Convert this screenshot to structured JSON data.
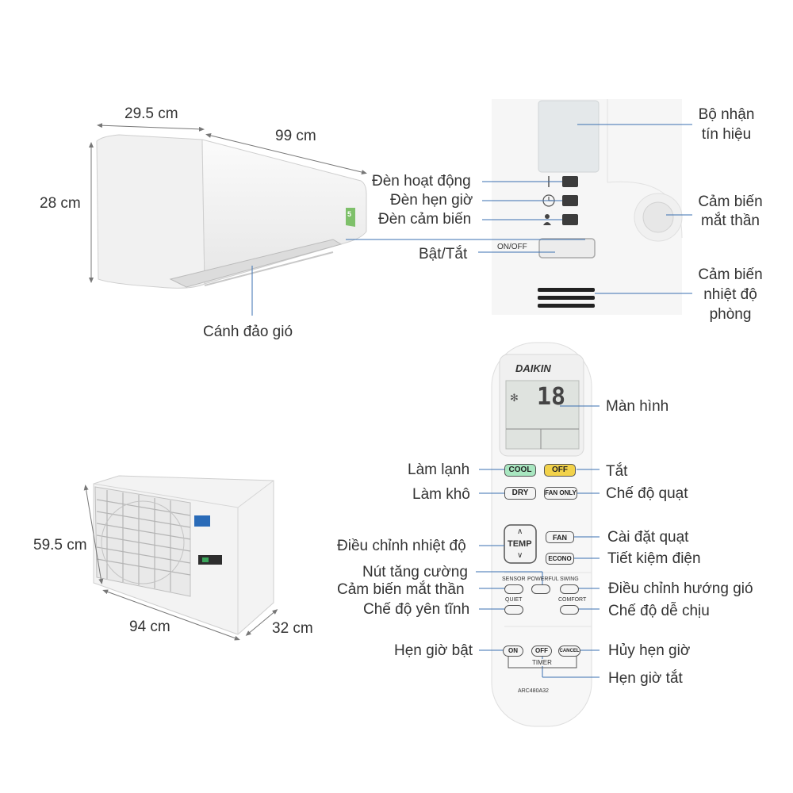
{
  "indoor": {
    "width": "29.5 cm",
    "length": "99 cm",
    "height": "28 cm",
    "louver": "Cánh đảo gió",
    "badge": "5"
  },
  "panel": {
    "receiver": [
      "Bộ nhận",
      "tín hiệu"
    ],
    "op_lamp": "Đèn hoạt động",
    "timer_lamp": "Đèn hẹn giờ",
    "sensor_lamp": "Đèn cảm biến",
    "onoff": "Bật/Tắt",
    "onoff_button": "ON/OFF",
    "eye_sensor": [
      "Cảm biến",
      "mắt thần"
    ],
    "room_sensor": [
      "Cảm biến",
      "nhiệt độ",
      "phòng"
    ]
  },
  "outdoor": {
    "height": "59.5 cm",
    "width": "94 cm",
    "depth": "32 cm"
  },
  "remote": {
    "brand": "DAIKIN",
    "display_temp": "18",
    "model": "ARC480A32",
    "buttons": {
      "cool": "COOL",
      "off": "OFF",
      "dry": "DRY",
      "fan_only": "FAN ONLY",
      "temp": "TEMP",
      "fan": "FAN",
      "econo": "ECONO",
      "sensor": "SENSOR",
      "powerful": "POWERFUL",
      "swing": "SWING",
      "quiet": "QUIET",
      "comfort": "COMFORT",
      "on": "ON",
      "timer_off": "OFF",
      "cancel": "CANCEL",
      "timer": "TIMER"
    },
    "labels": {
      "screen": "Màn hình",
      "cool": "Làm lạnh",
      "off": "Tắt",
      "dry": "Làm khô",
      "fan_mode": "Chế độ quạt",
      "temp": "Điều chỉnh nhiệt độ",
      "fan_set": "Cài đặt quạt",
      "econo": "Tiết kiệm điện",
      "powerful": "Nút tăng cường",
      "sensor": "Cảm biến mắt thần",
      "swing": "Điều chỉnh hướng gió",
      "quiet": "Chế độ yên tĩnh",
      "comfort": "Chế độ dễ chịu",
      "timer_on": "Hẹn giờ bật",
      "timer_cancel": "Hủy hẹn giờ",
      "timer_off": "Hẹn giờ tắt"
    }
  },
  "colors": {
    "callout_line": "#3a6fb0",
    "cool_button": "#a8e6c0",
    "off_button": "#f2d24a",
    "dimension_line": "#777777"
  }
}
